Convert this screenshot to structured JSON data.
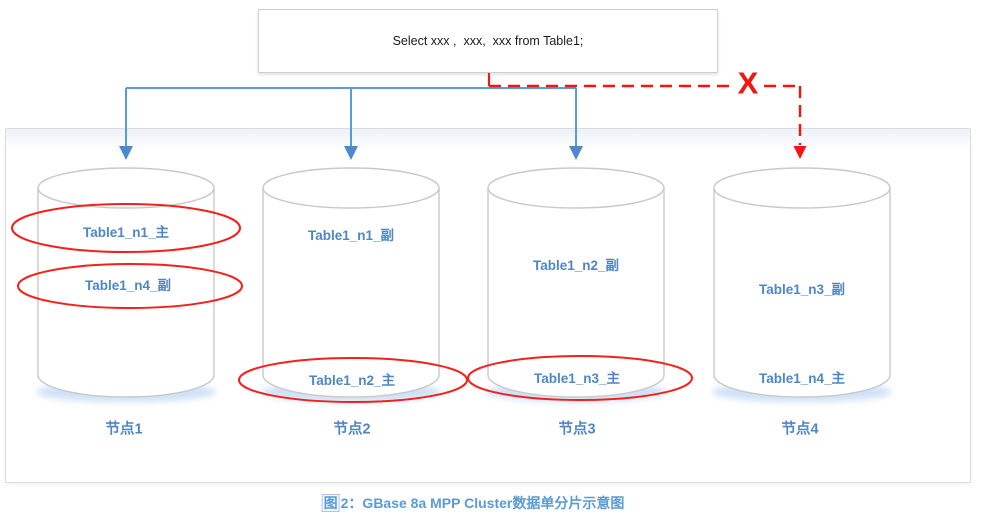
{
  "query_box": {
    "text": "Select xxx ,  xxx,  xxx from Table1;"
  },
  "connector": {
    "blocked_marker": "X"
  },
  "caption": {
    "field": "图",
    "text": "2：GBase 8a MPP Cluster数据单分片示意图"
  },
  "nodes": [
    {
      "label": "节点1",
      "tables": [
        {
          "name": "Table1_n1_主",
          "circled": true
        },
        {
          "name": "Table1_n4_副",
          "circled": true
        }
      ]
    },
    {
      "label": "节点2",
      "tables": [
        {
          "name": "Table1_n1_副",
          "circled": false
        },
        {
          "name": "Table1_n2_主",
          "circled": true
        }
      ]
    },
    {
      "label": "节点3",
      "tables": [
        {
          "name": "Table1_n2_副",
          "circled": false
        },
        {
          "name": "Table1_n3_主",
          "circled": true
        }
      ]
    },
    {
      "label": "节点4",
      "tables": [
        {
          "name": "Table1_n3_副",
          "circled": false
        },
        {
          "name": "Table1_n4_主",
          "circled": false
        }
      ]
    }
  ],
  "colors": {
    "blue_line": "#5b9bd5",
    "blue_text": "#4e86c6",
    "red": "#f5140e",
    "cylinder_border": "#c9c9c9",
    "box_border": "#cfcfcf"
  }
}
